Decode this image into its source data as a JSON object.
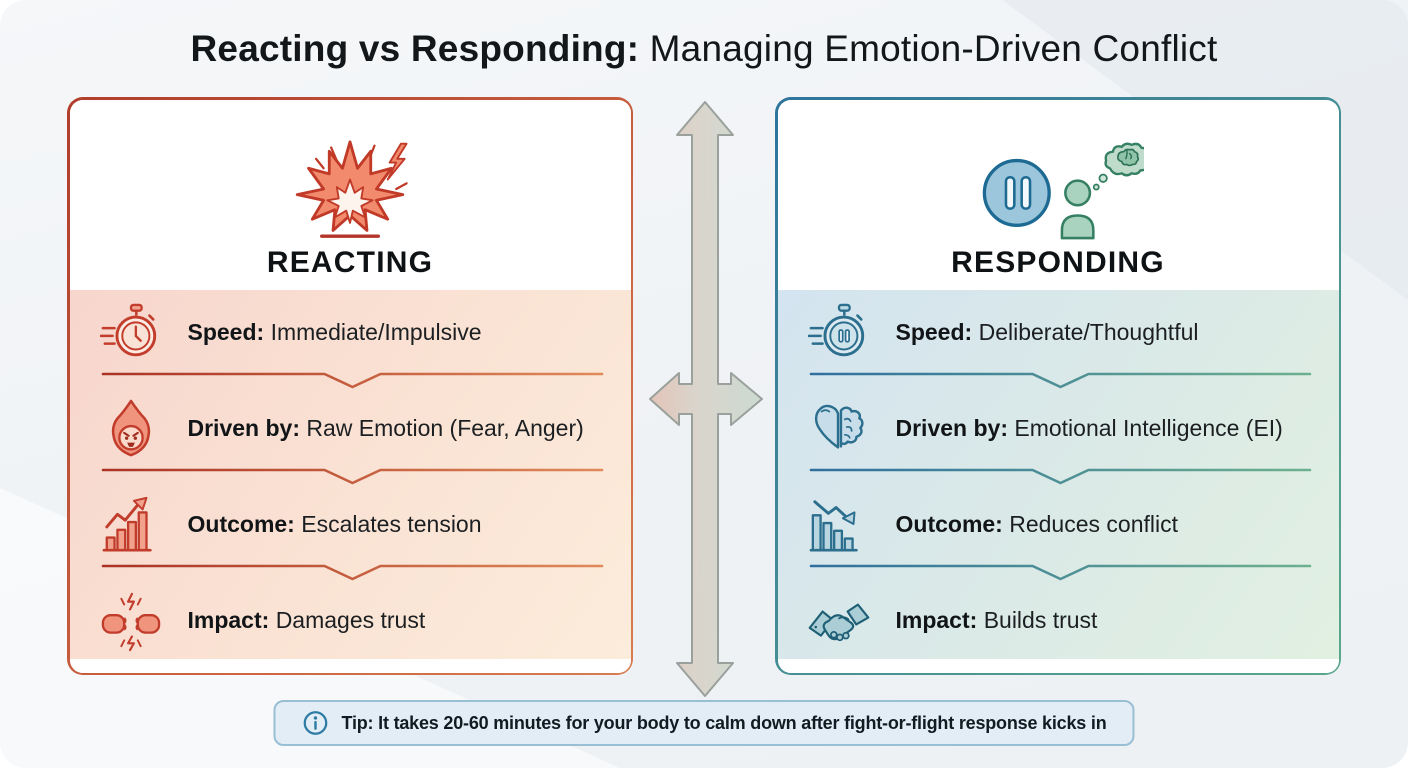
{
  "title": {
    "emphasis": "Reacting vs Responding:",
    "rest": "Managing Emotion-Driven Conflict"
  },
  "panels": {
    "reacting": {
      "heading": "REACTING",
      "header_icon": "explosion-lightning-icon",
      "accent_color": "#c2462f",
      "body_tint": "#f8ddd5",
      "rows": [
        {
          "icon": "speeding-stopwatch-icon",
          "label": "Speed:",
          "value": "Immediate/Impulsive"
        },
        {
          "icon": "angry-flame-icon",
          "label": "Driven by:",
          "value": "Raw Emotion (Fear, Anger)"
        },
        {
          "icon": "rising-bar-chart-icon",
          "label": "Outcome:",
          "value": "Escalates tension"
        },
        {
          "icon": "clashing-fists-icon",
          "label": "Impact:",
          "value": "Damages trust"
        }
      ]
    },
    "responding": {
      "heading": "RESPONDING",
      "header_icon": "pause-thinking-person-icon",
      "accent_color": "#2f749c",
      "accent_color_2": "#5aa78b",
      "body_tint": "#d8e7f1",
      "rows": [
        {
          "icon": "paused-stopwatch-icon",
          "label": "Speed:",
          "value": "Deliberate/Thoughtful"
        },
        {
          "icon": "heart-brain-icon",
          "label": "Driven by:",
          "value": "Emotional Intelligence (EI)"
        },
        {
          "icon": "falling-bar-chart-icon",
          "label": "Outcome:",
          "value": "Reduces conflict"
        },
        {
          "icon": "handshake-icon",
          "label": "Impact:",
          "value": "Builds trust"
        }
      ]
    }
  },
  "center": {
    "icon": "four-way-arrow-icon"
  },
  "tip": {
    "icon": "info-icon",
    "label": "Tip:",
    "text": "It takes 20-60 minutes for your body to calm down after fight-or-flight response kicks in"
  }
}
